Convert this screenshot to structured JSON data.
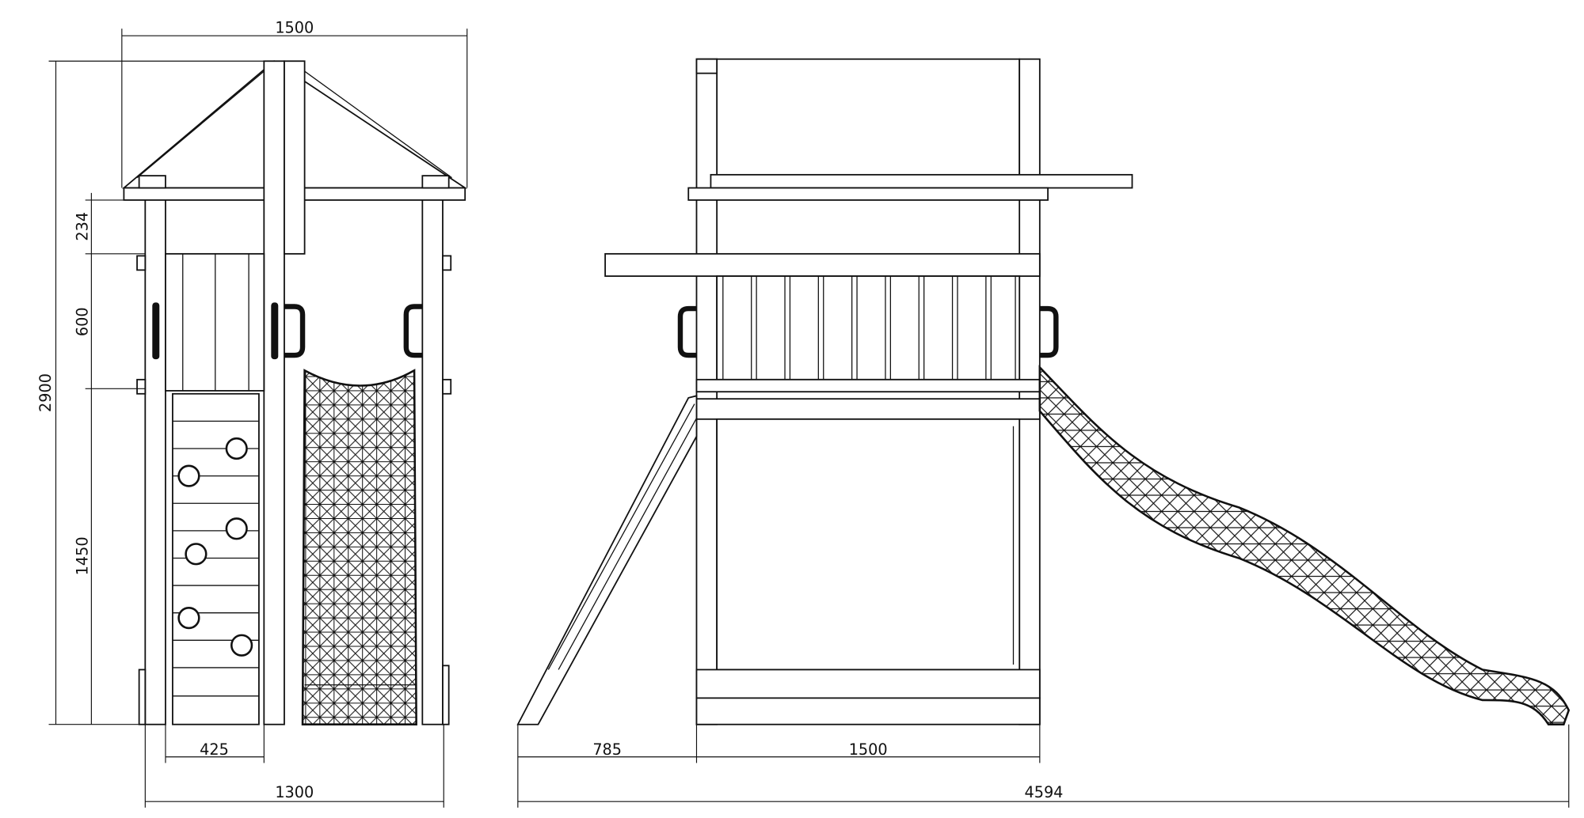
{
  "drawing": {
    "front_view": {
      "dimensions": {
        "top_width": "1500",
        "total_height": "2900",
        "roof_gap": "234",
        "rail_height": "600",
        "platform_height": "1450",
        "wall_width": "425",
        "base_width": "1300"
      }
    },
    "side_view": {
      "dimensions": {
        "ladder_length": "785",
        "tower_width": "1500",
        "total_length": "4594"
      }
    },
    "line_color": "#111111",
    "background_color": "#ffffff"
  }
}
